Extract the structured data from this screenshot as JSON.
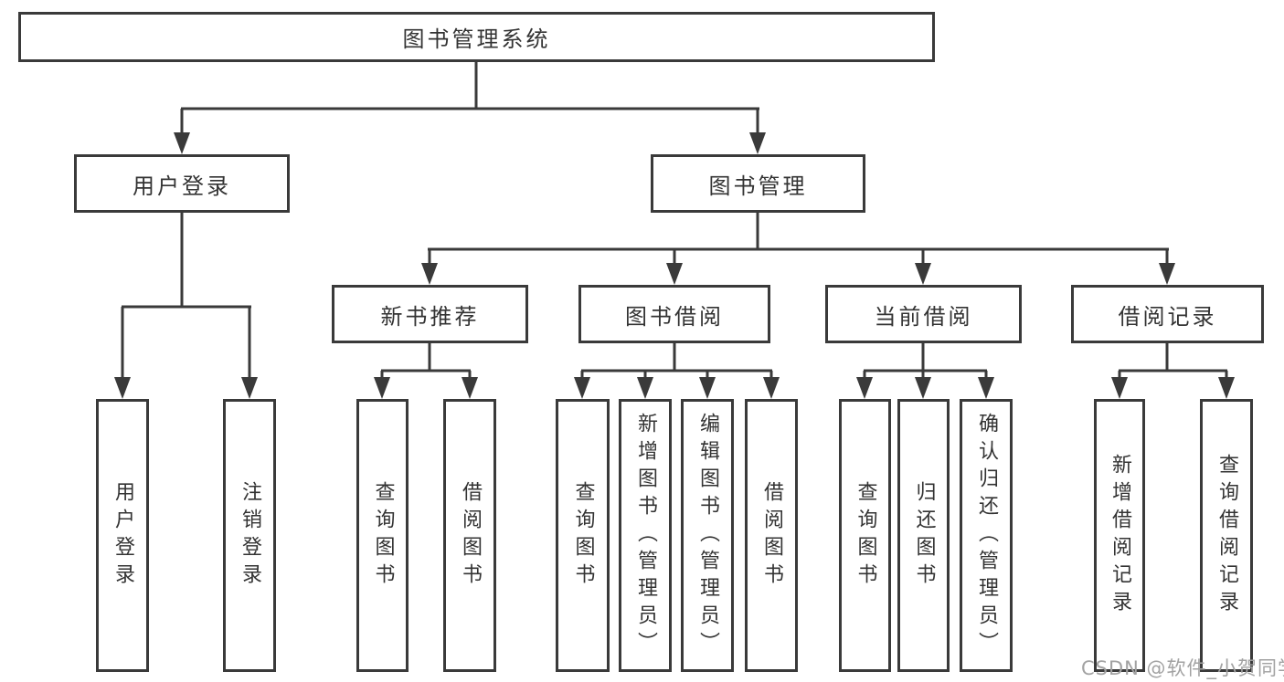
{
  "tree": {
    "root": "图书管理系统",
    "branches": [
      {
        "label": "用户登录",
        "children": [
          "用户登录",
          "注销登录"
        ]
      },
      {
        "label": "图书管理",
        "groups": [
          {
            "label": "新书推荐",
            "children": [
              "查询图书",
              "借阅图书"
            ]
          },
          {
            "label": "图书借阅",
            "children": [
              "查询图书",
              "新增图书（管理员）",
              "编辑图书（管理员）",
              "借阅图书"
            ]
          },
          {
            "label": "当前借阅",
            "children": [
              "查询图书",
              "归还图书",
              "确认归还（管理员）"
            ]
          },
          {
            "label": "借阅记录",
            "children": [
              "新增借阅记录",
              "查询借阅记录"
            ]
          }
        ]
      }
    ]
  },
  "watermark": "CSDN @软件_小贺同学",
  "colors": {
    "line": "#3a3a3a",
    "text": "#333333",
    "watermark": "#a2a2a2",
    "background": "#ffffff"
  }
}
